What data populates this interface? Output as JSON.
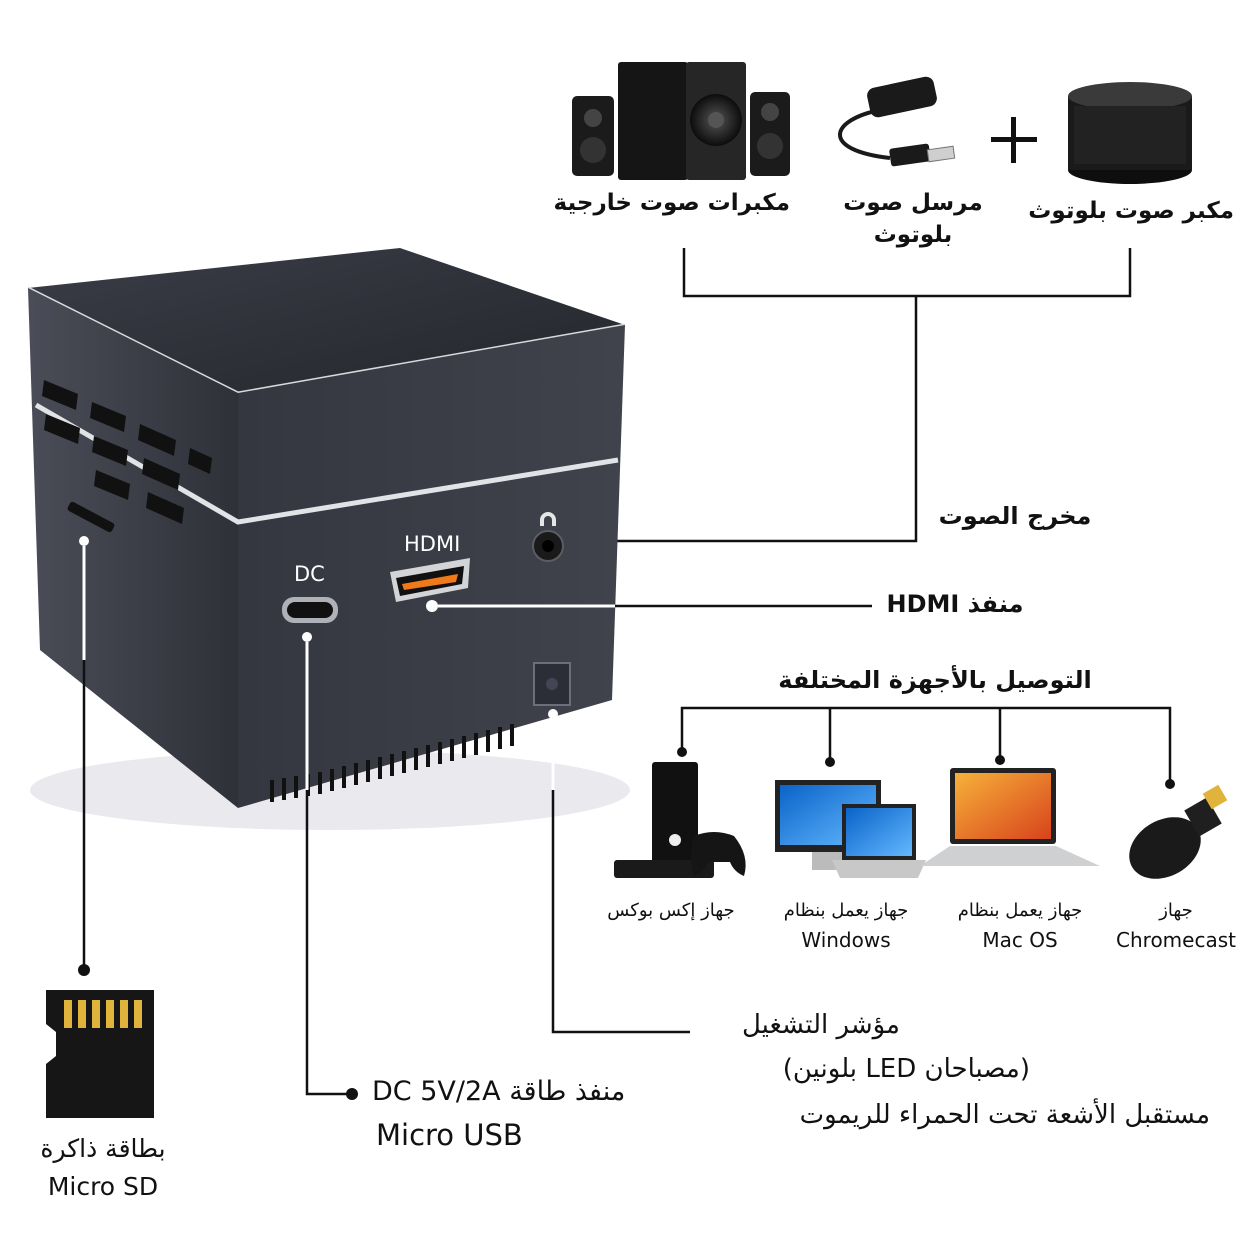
{
  "audio_devices": {
    "speakers": "مكبرات صوت خارجية",
    "bt_transmitter_l1": "مرسل صوت",
    "bt_transmitter_l2": "بلوتوث",
    "bt_speaker": "مكبر صوت بلوتوث",
    "plus": "+"
  },
  "device_labels": {
    "hdmi_port": "HDMI",
    "dc_port": "DC"
  },
  "callouts": {
    "audio_out": "مخرج الصوت",
    "hdmi": "منفذ HDMI",
    "connect_title": "التوصيل بالأجهزة المختلفة",
    "power_indicator_l1": "مؤشر التشغيل",
    "power_indicator_l2": "(مصباحان LED بلونين)",
    "power_indicator_l3": "مستقبل الأشعة تحت الحمراء للريموت",
    "dc_l1": "منفذ طاقة DC 5V/2A",
    "dc_l2": "Micro USB",
    "sd_l1": "بطاقة ذاكرة",
    "sd_l2": "Micro SD"
  },
  "connected_devices": [
    {
      "l1": "جهاز إكس بوكس",
      "l2": ""
    },
    {
      "l1": "جهاز يعمل بنظام",
      "l2": "Windows"
    },
    {
      "l1": "جهاز يعمل بنظام",
      "l2": "Mac OS"
    },
    {
      "l1": "جهاز",
      "l2": "Chromecast"
    }
  ],
  "colors": {
    "cube_body": "#3a3c46",
    "cube_top": "#2e3038",
    "accent_orange": "#f07a1a",
    "sd_gold": "#e0b43c",
    "line": "#111111"
  }
}
